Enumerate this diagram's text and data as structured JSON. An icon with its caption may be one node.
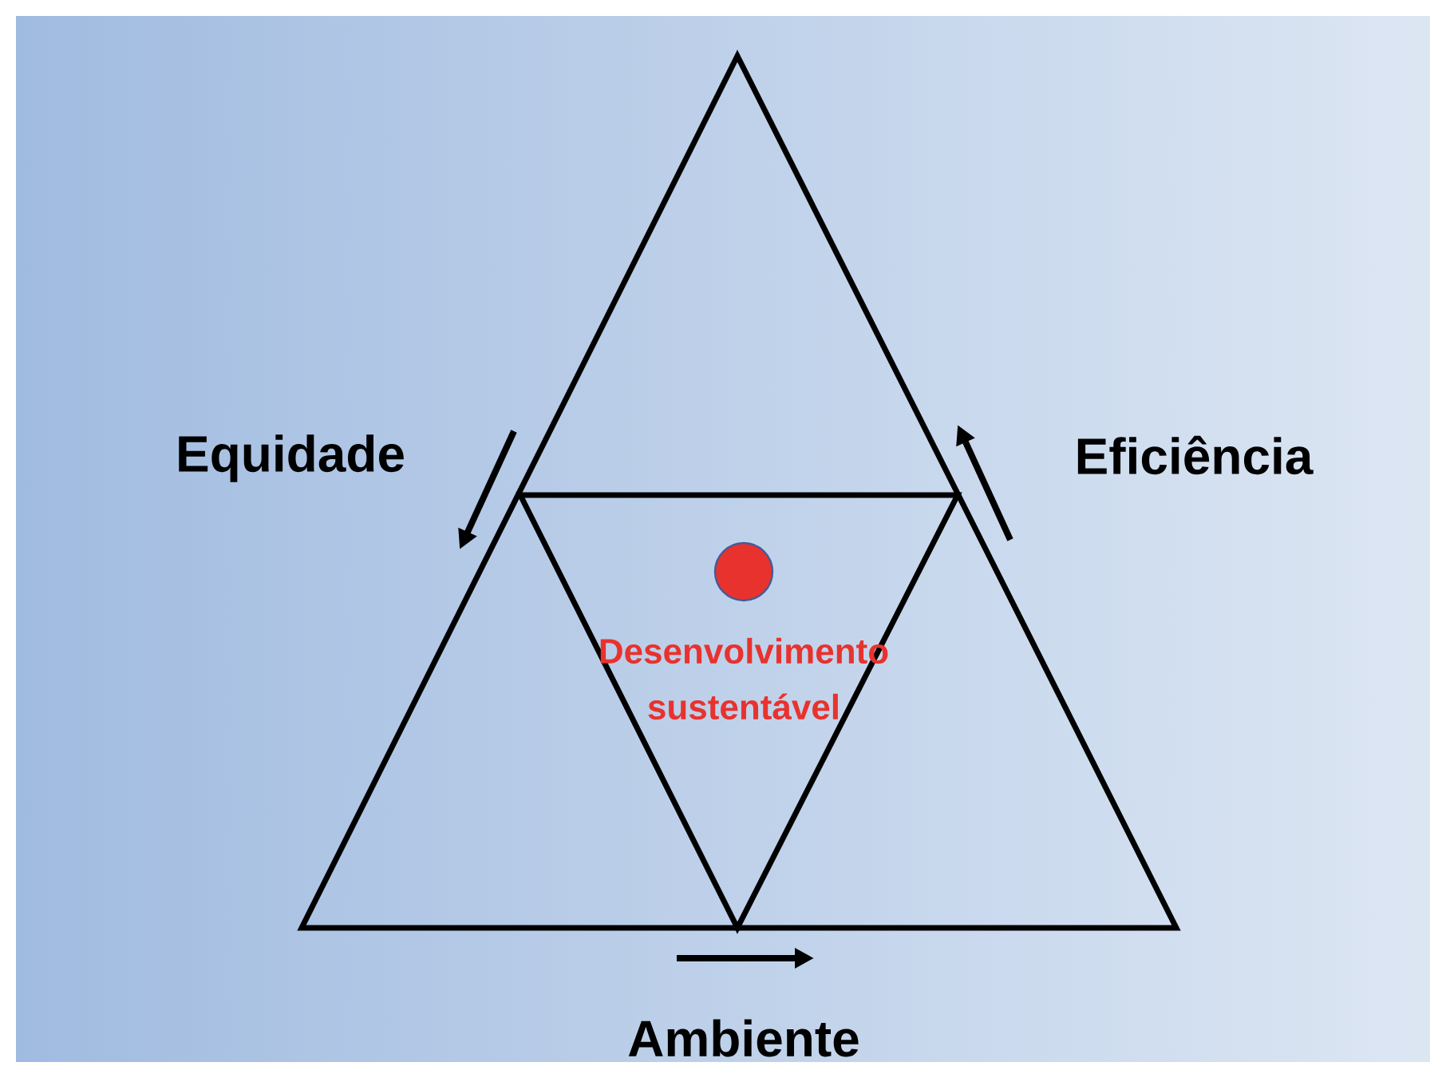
{
  "diagram": {
    "labels": [
      "Equidade",
      "Eficiência",
      "Desenvolvimento sustentável",
      "Ambiente"
    ]
  }
}
